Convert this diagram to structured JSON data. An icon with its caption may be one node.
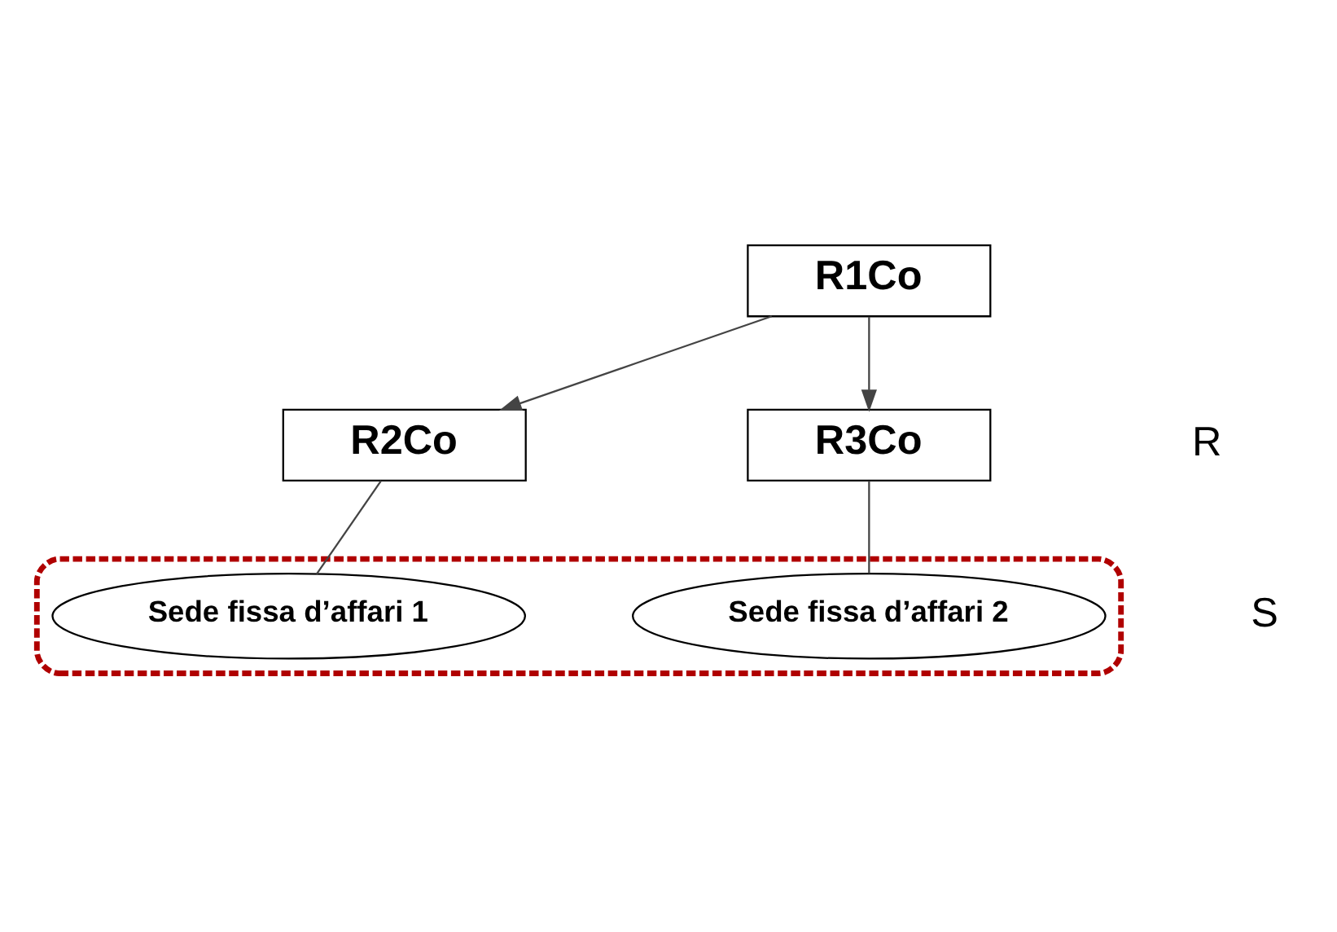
{
  "diagram": {
    "nodes": [
      {
        "text": [
          "R1Co"
        ]
      },
      {
        "text": [
          "R2Co"
        ]
      },
      {
        "text": [
          "R3Co"
        ]
      },
      {
        "text": [],
        "shape": "box"
      },
      {
        "text": [
          "Sede fissa d’affari 1"
        ],
        "in": 3
      },
      {
        "text": [
          "Sede fissa d’affari 2"
        ],
        "in": 3
      }
    ],
    "edges": [
      {
        "from": 0,
        "to": 1,
        "arrow": "to"
      },
      {
        "from": 0,
        "to": 2,
        "arrow": "to"
      },
      {
        "from": 1,
        "to": 4,
        "arrow": "none"
      },
      {
        "from": 2,
        "to": 5,
        "arrow": "none"
      }
    ],
    "labels": [
      "R",
      "S"
    ]
  }
}
